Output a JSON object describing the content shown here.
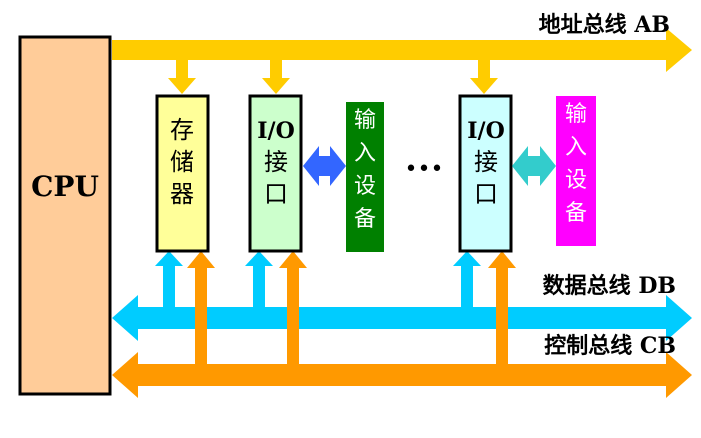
{
  "cpu": {
    "label": "CPU"
  },
  "buses": {
    "address": {
      "label": "地址总线 AB",
      "color": "#FFCC00"
    },
    "data": {
      "label": "数据总线 DB",
      "color": "#00CCFF"
    },
    "control": {
      "label": "控制总线 CB",
      "color": "#FF9900"
    }
  },
  "modules": {
    "memory": {
      "lines": [
        "存",
        "储",
        "器"
      ],
      "fill": "#FFFF99"
    },
    "io1": {
      "lines": [
        "I/O",
        "接",
        "口"
      ],
      "fill": "#CCFFCC"
    },
    "device1": {
      "lines": [
        "输",
        "入",
        "设",
        "备"
      ],
      "fill": "#008000"
    },
    "io2": {
      "lines": [
        "I/O",
        "接",
        "口"
      ],
      "fill": "#CCFFFF"
    },
    "device2": {
      "lines": [
        "输",
        "入",
        "设",
        "备"
      ],
      "fill": "#FF00FF"
    }
  },
  "ellipsis": "•••",
  "colors": {
    "cpu_fill": "#FFCC99",
    "link1": "#3366FF",
    "link2": "#33CCCC"
  }
}
